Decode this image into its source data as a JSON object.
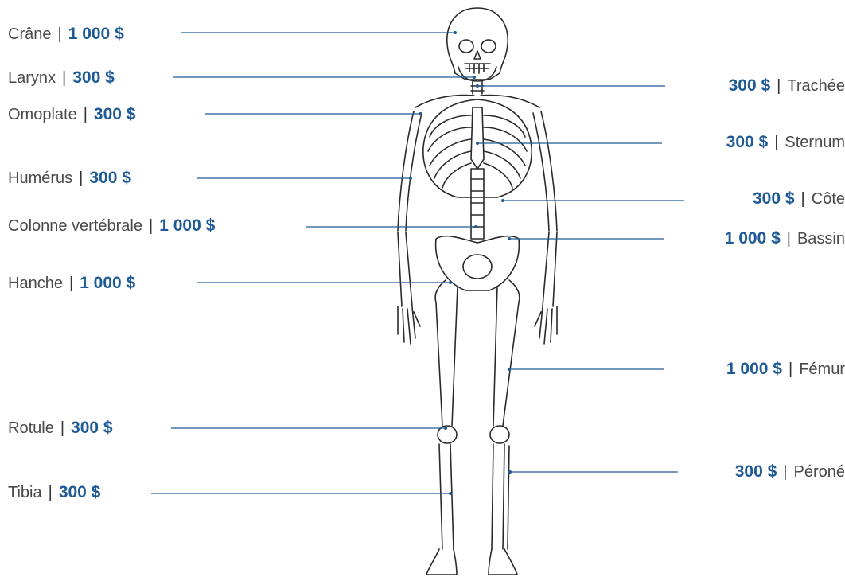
{
  "colors": {
    "price": "#1e5a96",
    "line": "#1e5a96",
    "text": "#4a4a4a"
  },
  "separator": "|",
  "left_labels": [
    {
      "id": "crane",
      "name": "Crâne",
      "price": "1 000 $"
    },
    {
      "id": "larynx",
      "name": "Larynx",
      "price": "300 $"
    },
    {
      "id": "omoplate",
      "name": "Omoplate",
      "price": "300 $"
    },
    {
      "id": "humerus",
      "name": "Humérus",
      "price": "300 $"
    },
    {
      "id": "colonne",
      "name": "Colonne vertébrale",
      "price": "1 000 $"
    },
    {
      "id": "hanche",
      "name": "Hanche",
      "price": "1 000 $"
    },
    {
      "id": "rotule",
      "name": "Rotule",
      "price": "300 $"
    },
    {
      "id": "tibia",
      "name": "Tibia",
      "price": "300 $"
    }
  ],
  "right_labels": [
    {
      "id": "trachee",
      "name": "Trachée",
      "price": "300 $"
    },
    {
      "id": "sternum",
      "name": "Sternum",
      "price": "300 $"
    },
    {
      "id": "cote",
      "name": "Côte",
      "price": "300 $"
    },
    {
      "id": "bassin",
      "name": "Bassin",
      "price": "1 000 $"
    },
    {
      "id": "femur",
      "name": "Fémur",
      "price": "1 000 $"
    },
    {
      "id": "perone",
      "name": "Péroné",
      "price": "300 $"
    }
  ]
}
